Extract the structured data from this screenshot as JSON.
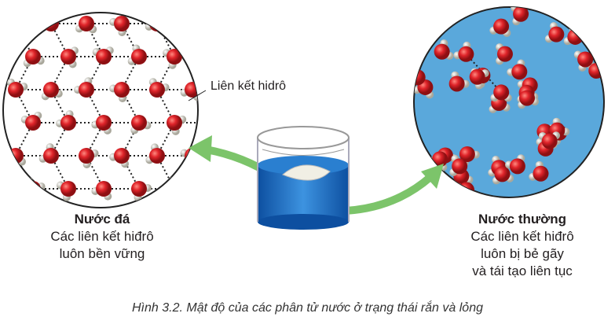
{
  "hydrogen_bond_label": "Liên kết hidrô",
  "ice": {
    "title": "Nước đá",
    "line1": "Các liên kết hiđrô",
    "line2": "luôn bền vững"
  },
  "liquid": {
    "title": "Nước thường",
    "line1": "Các liên kết hiđrô",
    "line2": "luôn bị bẻ gãy",
    "line3": "và tái tạo liên tục"
  },
  "caption": "Hình 3.2. Mật độ của các phân tử nước ở trạng thái rắn và lỏng",
  "colors": {
    "oxygen": "#e0242a",
    "hydrogen": "#e8e6dc",
    "liquid_bg": "#5aa8db",
    "arrow": "#7cc46a",
    "beaker_water": "#1e6fc4"
  }
}
